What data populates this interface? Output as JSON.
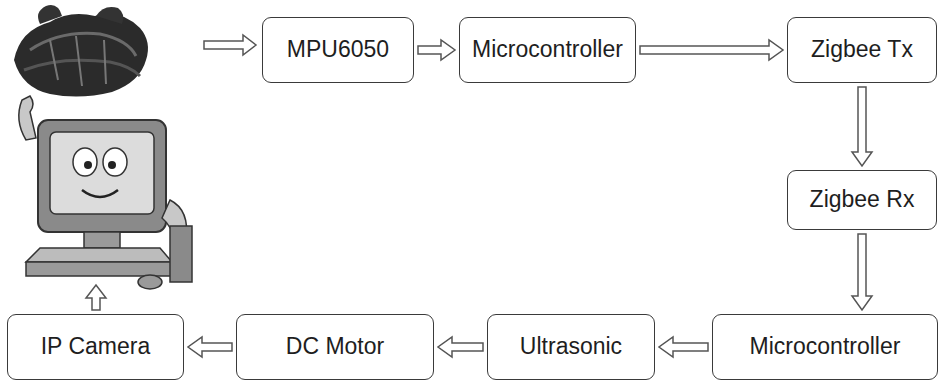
{
  "diagram": {
    "nodes": [
      {
        "text": [
          "MPU6050"
        ]
      },
      {
        "text": [
          "Microcontroller"
        ]
      },
      {
        "text": [
          "Zigbee Tx"
        ]
      },
      {
        "text": [
          "Zigbee Rx"
        ]
      },
      {
        "text": [
          "Microcontroller"
        ]
      },
      {
        "text": [
          "Ultrasonic"
        ]
      },
      {
        "text": [
          "DC Motor"
        ]
      },
      {
        "text": [
          "IP Camera"
        ]
      }
    ],
    "edges": [
      {
        "from": 0,
        "to": 1,
        "arrow": "to"
      },
      {
        "from": 1,
        "to": 2,
        "arrow": "to"
      },
      {
        "from": 2,
        "to": 3,
        "arrow": "to"
      },
      {
        "from": 3,
        "to": 4,
        "arrow": "to"
      },
      {
        "from": 4,
        "to": 5,
        "arrow": "to"
      },
      {
        "from": 5,
        "to": 6,
        "arrow": "to"
      },
      {
        "from": 6,
        "to": 7,
        "arrow": "to"
      }
    ]
  }
}
